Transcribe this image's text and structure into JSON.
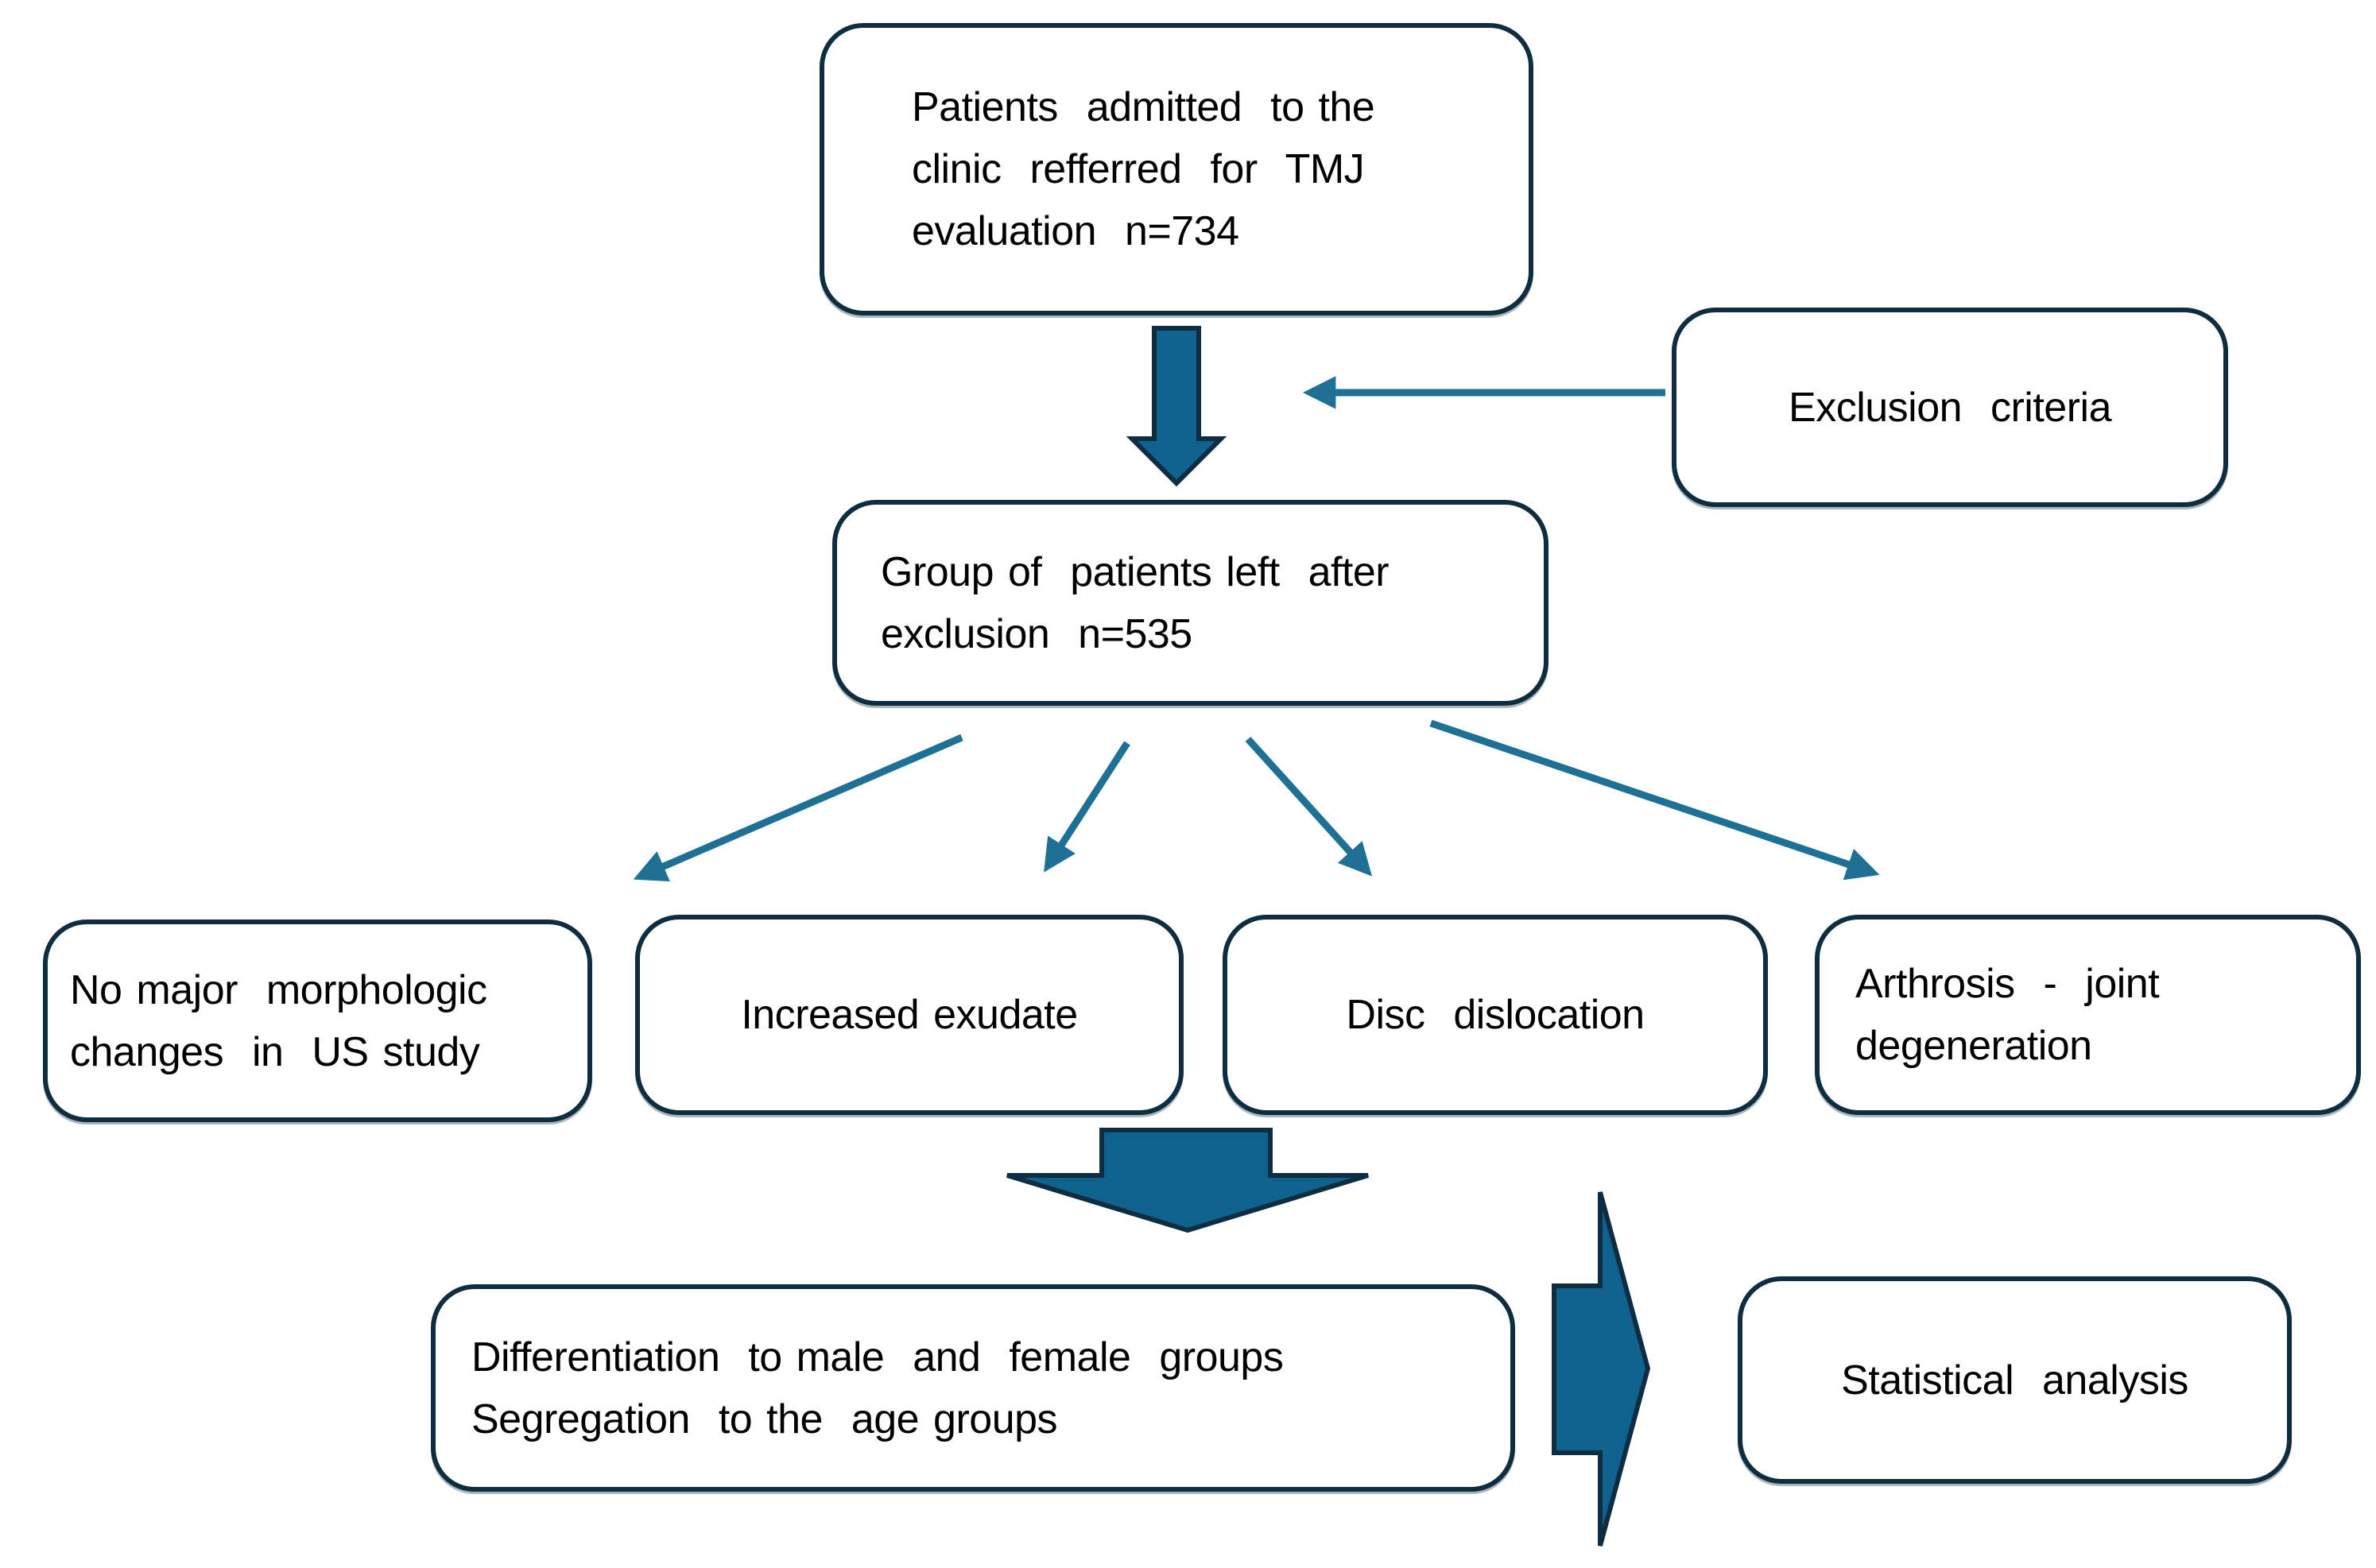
{
  "colors": {
    "background": "#ffffff",
    "teal_fill": "#0f628e",
    "outline": "#0f2d40",
    "thin_arrow": "#1e7195",
    "text": "#000000"
  },
  "nodes": {
    "admitted": {
      "text": "Patients  admitted  to the\nclinic  refferred  for  TMJ\nevaluation  n=734"
    },
    "exclusion": {
      "text": "Exclusion  criteria"
    },
    "group": {
      "text": "Group of  patients left  after\nexclusion  n=535"
    },
    "no_changes": {
      "text": "No major  morphologic\nchanges  in  US study"
    },
    "exudate": {
      "text": "Increased exudate"
    },
    "disc": {
      "text": "Disc  dislocation"
    },
    "arthrosis": {
      "text": "Arthrosis  -  joint\ndegeneration"
    },
    "differentiation": {
      "text": "Differentiation  to male  and  female  groups\nSegregation  to the  age groups"
    },
    "statistical": {
      "text": "Statistical  analysis"
    }
  }
}
